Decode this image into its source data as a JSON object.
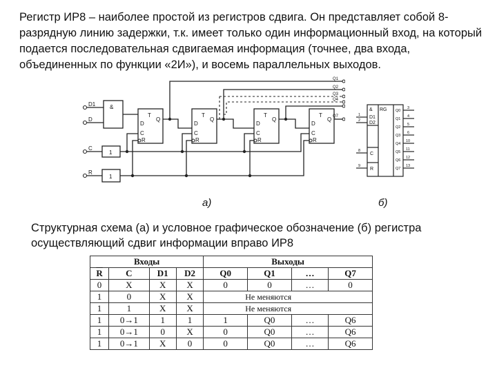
{
  "intro_text": "Регистр ИР8 – наиболее простой из регистров сдвига. Он представляет собой 8-разрядную линию задержки, т.к. имеет только один информационный вход, на который подается последовательная сдвигаемая информация (точнее, два входа, объединенных по функции «2И»), и восемь параллельных выходов.",
  "schematic": {
    "inputs": [
      "D1",
      "D",
      "C",
      "R"
    ],
    "gate_and": "&",
    "gate_buf": "1",
    "pin_d": "D",
    "pin_c": "C",
    "pin_t": "T",
    "pin_q": "Q",
    "pin_r": "R",
    "outputs": [
      "Q1",
      "Q2",
      "Q3",
      "Q4",
      "Q7"
    ]
  },
  "ugo": {
    "left_labels": [
      "&",
      "D1",
      "D2",
      "C",
      "R"
    ],
    "left_pins": [
      "1",
      "2",
      "8",
      "9"
    ],
    "title": "RG",
    "right_labels": [
      "Q0",
      "Q1",
      "Q2",
      "Q3",
      "Q4",
      "Q5",
      "Q6",
      "Q7"
    ],
    "right_pins": [
      "3",
      "4",
      "5",
      "6",
      "10",
      "11",
      "12",
      "13"
    ]
  },
  "label_a": "а)",
  "label_b": "б)",
  "caption": "Структурная схема (а) и условное графическое обозначение (б) регистра осуществляющий сдвиг информации вправо ИР8",
  "table": {
    "group_inputs": "Входы",
    "group_outputs": "Выходы",
    "columns": [
      "R",
      "C",
      "D1",
      "D2",
      "Q0",
      "Q1",
      "…",
      "Q7"
    ],
    "rows": [
      [
        "0",
        "X",
        "X",
        "X",
        "0",
        "0",
        "…",
        "0"
      ],
      [
        "1",
        "0",
        "X",
        "X",
        "Не меняются"
      ],
      [
        "1",
        "1",
        "X",
        "X",
        "Не меняются"
      ],
      [
        "1",
        "0→1",
        "1",
        "1",
        "1",
        "Q0",
        "…",
        "Q6"
      ],
      [
        "1",
        "0→1",
        "0",
        "X",
        "0",
        "Q0",
        "…",
        "Q6"
      ],
      [
        "1",
        "0→1",
        "X",
        "0",
        "0",
        "Q0",
        "…",
        "Q6"
      ]
    ]
  }
}
